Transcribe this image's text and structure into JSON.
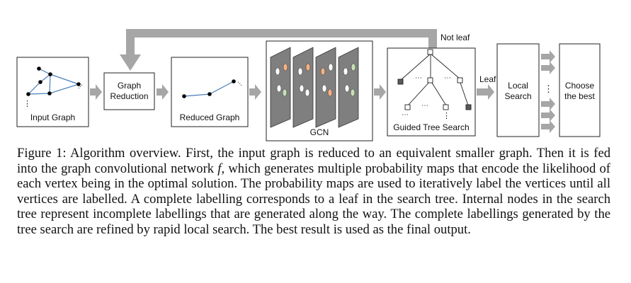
{
  "figure": {
    "input_graph_label": "Input Graph",
    "graph_reduction_label": "Graph\nReduction",
    "reduced_graph_label": "Reduced Graph",
    "gcn_label": "GCN",
    "guided_tree_search_label": "Guided Tree Search",
    "local_search_label": "Local\nSearch",
    "choose_best_label": "Choose\nthe best",
    "not_leaf_label": "Not leaf",
    "leaf_label": "Leaf",
    "ellipsis": "⋮",
    "hellip": "⋯",
    "colors": {
      "arrow_gray": "#a6a6a6",
      "gcn_panel": "#7f7f7f",
      "node_orange": "#f4b183",
      "node_green": "#c5e0b4",
      "node_white": "#ffffff",
      "node_dark": "#595959"
    }
  },
  "caption": {
    "prefix": "Figure 1: Algorithm overview. First, the input graph is reduced to an equivalent smaller graph. Then it is fed into the graph convolutional network ",
    "symbol": "f",
    "suffix": ", which generates multiple probability maps that encode the likelihood of each vertex being in the optimal solution. The probability maps are used to iteratively label the vertices until all vertices are labelled. A complete labelling corresponds to a leaf in the search tree. Internal nodes in the search tree represent incomplete labellings that are generated along the way. The complete labellings generated by the tree search are refined by rapid local search. The best result is used as the final output."
  }
}
